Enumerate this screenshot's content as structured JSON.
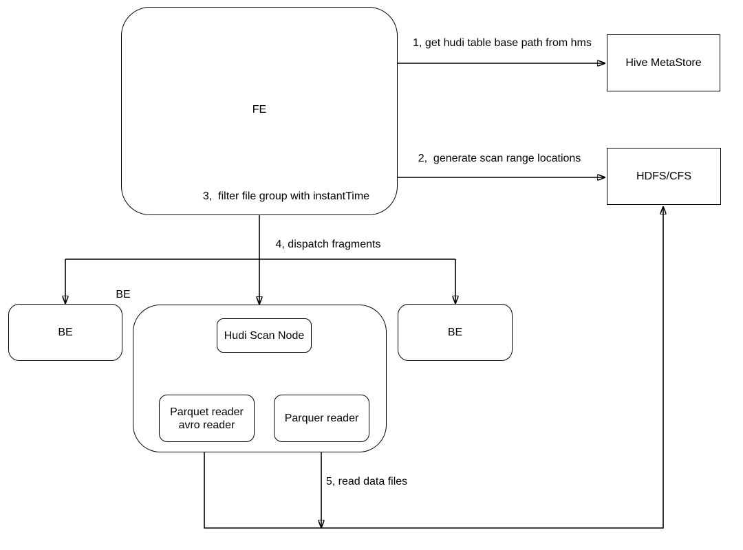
{
  "diagram": {
    "title_hint": "Hudi table scan flow: FE/BE with HMS and HDFS",
    "colors": {
      "stroke": "#000000",
      "fill": "#ffffff",
      "background": "#ffffff"
    },
    "nodes": {
      "fe": {
        "label": "FE"
      },
      "hive_metastore": {
        "label": "Hive MetaStore"
      },
      "hdfs_cfs": {
        "label": "HDFS/CFS"
      },
      "be_left": {
        "label": "BE"
      },
      "be_group_tag": {
        "label": "BE"
      },
      "be_right": {
        "label": "BE"
      },
      "hudi_scan_node": {
        "label": "Hudi Scan Node"
      },
      "parquet_avro_reader": {
        "lines": [
          "Parquet reader",
          "avro reader"
        ]
      },
      "parquer_reader": {
        "label": "Parquer reader"
      }
    },
    "edges": {
      "step1": {
        "label": "1, get hudi table base path from hms"
      },
      "step2": {
        "label": "2,  generate scan range locations"
      },
      "step3": {
        "label": "3,  filter file group with instantTime"
      },
      "step4": {
        "label": "4, dispatch fragments"
      },
      "step5": {
        "label": "5, read data files"
      }
    }
  }
}
